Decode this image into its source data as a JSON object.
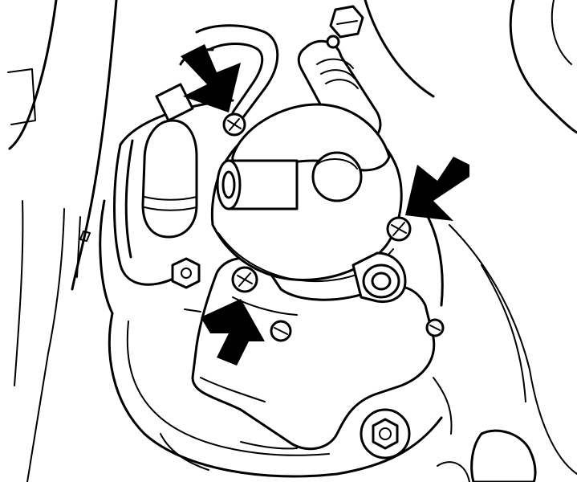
{
  "figure": {
    "type": "technical-line-drawing",
    "ink_color": "#000000",
    "paper_color": "#ffffff",
    "arrows": [
      {
        "id": "arrow-top-left",
        "direction": "down-right"
      },
      {
        "id": "arrow-right",
        "direction": "down-left"
      },
      {
        "id": "arrow-bottom",
        "direction": "up"
      }
    ],
    "bolts": [
      {
        "id": "bolt-upper-left"
      },
      {
        "id": "bolt-right"
      },
      {
        "id": "bolt-lower-left"
      },
      {
        "id": "bolt-lower-mid"
      },
      {
        "id": "bolt-bottom-large"
      },
      {
        "id": "bolt-top"
      }
    ]
  }
}
